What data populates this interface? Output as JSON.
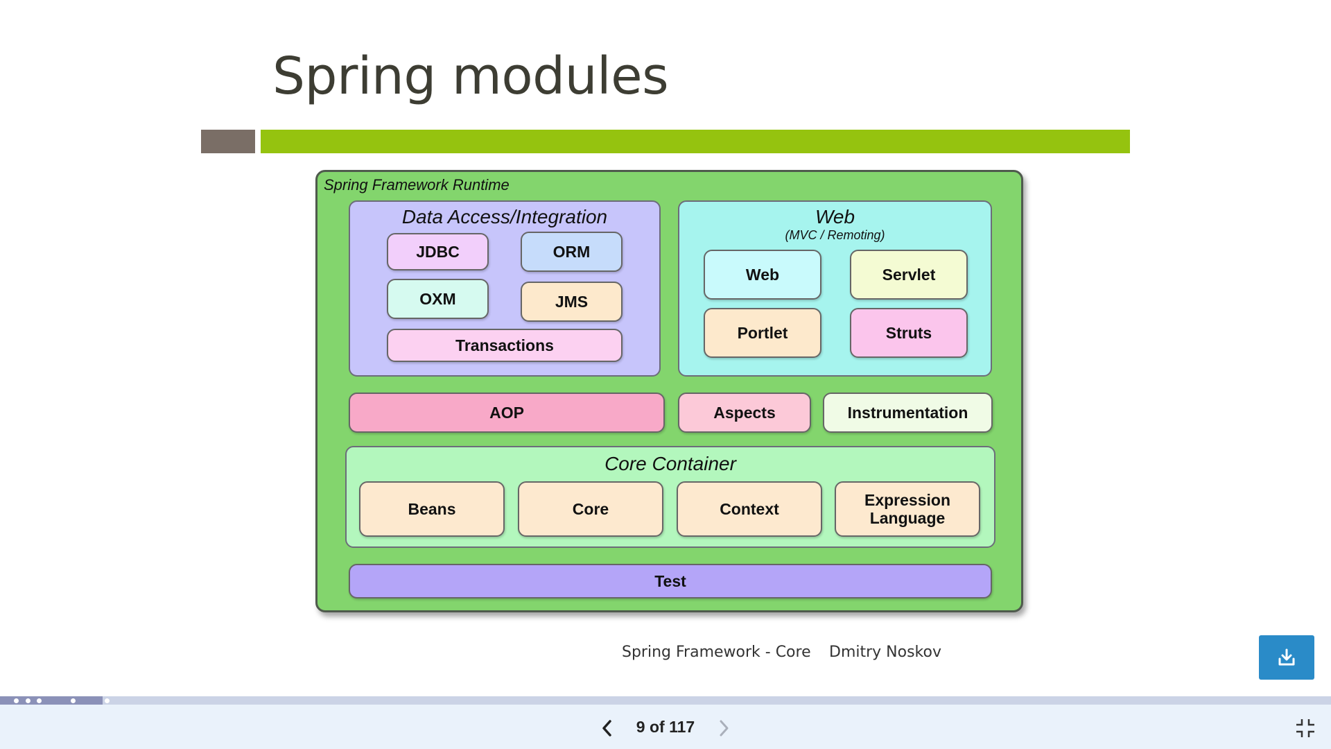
{
  "slide": {
    "title": "Spring modules",
    "colors": {
      "accent_gray": "#7a6e66",
      "accent_green": "#95c30f"
    }
  },
  "diagram": {
    "runtime_label": "Spring Framework Runtime",
    "data_access": {
      "title": "Data Access/Integration",
      "modules": {
        "jdbc": "JDBC",
        "orm": "ORM",
        "oxm": "OXM",
        "jms": "JMS",
        "transactions": "Transactions"
      }
    },
    "web": {
      "title": "Web",
      "subtitle": "(MVC / Remoting)",
      "modules": {
        "web": "Web",
        "servlet": "Servlet",
        "portlet": "Portlet",
        "struts": "Struts"
      }
    },
    "aop": "AOP",
    "aspects": "Aspects",
    "instrumentation": "Instrumentation",
    "core_container": {
      "title": "Core Container",
      "modules": {
        "beans": "Beans",
        "core": "Core",
        "context": "Context",
        "expression_line1": "Expression",
        "expression_line2": "Language"
      }
    },
    "test": "Test"
  },
  "footer": {
    "presentation": "Spring Framework - Core",
    "author": "Dmitry Noskov"
  },
  "viewer": {
    "page_counter": "9 of 117",
    "progress_fraction": 0.077,
    "icons": {
      "download": "download-icon",
      "prev": "chevron-left-icon",
      "next": "chevron-right-icon",
      "exit_fullscreen": "exit-fullscreen-icon"
    },
    "colors": {
      "download_button": "#2a8bc8",
      "toolbar": "#eaf2fb"
    }
  }
}
